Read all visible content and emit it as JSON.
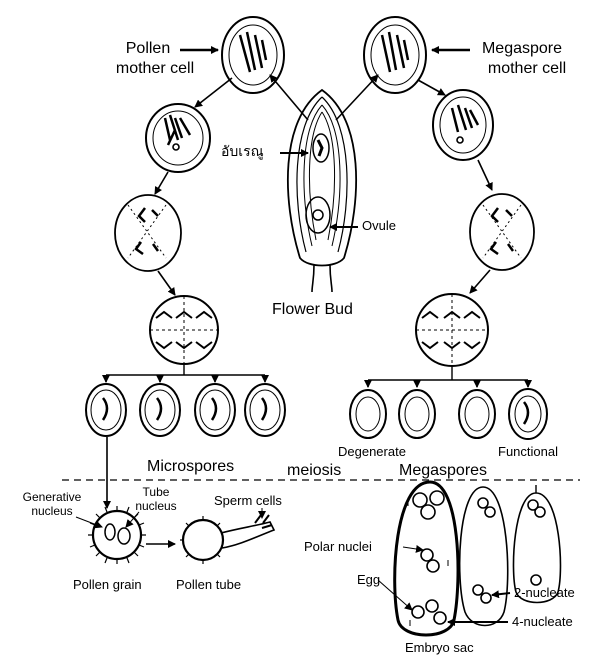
{
  "labels": {
    "pollen_mother_cell_line1": "Pollen",
    "pollen_mother_cell_line2": "mother cell",
    "megaspore_mother_cell_line1": "Megaspore",
    "megaspore_mother_cell_line2": "mother cell",
    "anther": "อับเรณู",
    "ovule": "Ovule",
    "flower_bud": "Flower Bud",
    "microspores": "Microspores",
    "meiosis": "meiosis",
    "megaspores": "Megaspores",
    "degenerate": "Degenerate",
    "functional": "Functional",
    "generative_nucleus_line1": "Generative",
    "generative_nucleus_line2": "nucleus",
    "tube_nucleus_line1": "Tube",
    "tube_nucleus_line2": "nucleus",
    "sperm_cells": "Sperm cells",
    "pollen_grain": "Pollen grain",
    "pollen_tube": "Pollen tube",
    "polar_nuclei": "Polar nuclei",
    "egg": "Egg",
    "two_nucleate": "2-nucleate",
    "four_nucleate": "4-nucleate",
    "embryo_sac": "Embryo sac"
  }
}
